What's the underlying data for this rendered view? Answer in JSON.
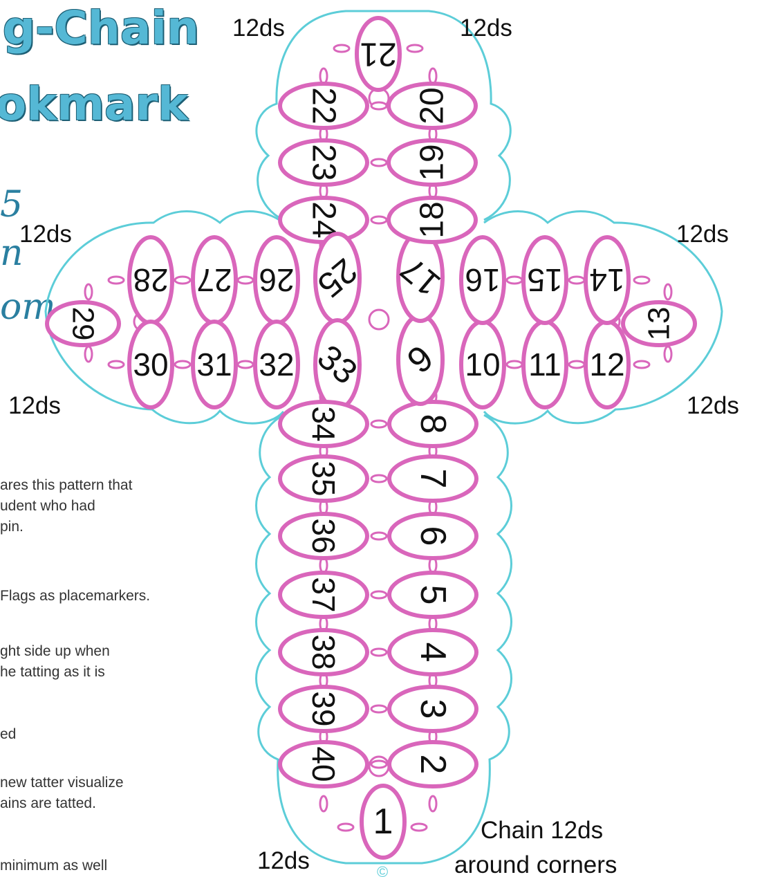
{
  "title": {
    "line1": "g-Chain",
    "line2": "okmark"
  },
  "side_fragments": [
    "5",
    "n",
    "om"
  ],
  "notes": [
    "ares this pattern that",
    "udent who had",
    "pin.",
    "Flags as placemarkers.",
    "ght side up when",
    "he tatting  as it is",
    "ed",
    "new tatter visualize",
    "ains are tatted.",
    "minimum as well"
  ],
  "labels": {
    "top_left": "12ds",
    "top_right": "12ds",
    "left_upper": "12ds",
    "right_upper": "12ds",
    "left_lower": "12ds",
    "right_lower": "12ds",
    "bottom": "12ds",
    "chain_note_line1": "Chain 12ds",
    "chain_note_line2": "around corners",
    "copyright": "©"
  },
  "colors": {
    "ring": "#d966bb",
    "chain": "#5ccdd8",
    "title": "#55b8d5",
    "text": "#111111"
  },
  "rings": [
    "1",
    "2",
    "3",
    "4",
    "5",
    "6",
    "7",
    "8",
    "9",
    "10",
    "11",
    "12",
    "13",
    "14",
    "15",
    "16",
    "17",
    "18",
    "19",
    "20",
    "21",
    "22",
    "23",
    "24",
    "25",
    "26",
    "27",
    "28",
    "29",
    "30",
    "31",
    "32",
    "33",
    "34",
    "35",
    "36",
    "37",
    "38",
    "39",
    "40"
  ]
}
